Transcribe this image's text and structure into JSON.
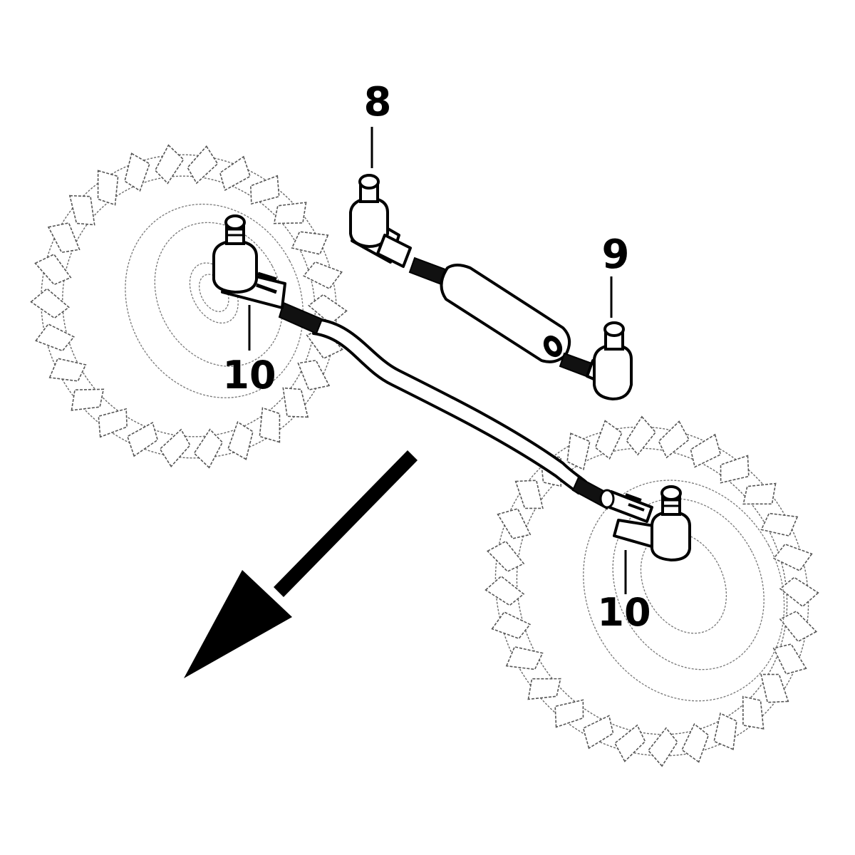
{
  "diagram": {
    "callouts": [
      {
        "id": "8",
        "text": "8"
      },
      {
        "id": "9",
        "text": "9"
      },
      {
        "id": "10a",
        "text": "10"
      },
      {
        "id": "10b",
        "text": "10"
      }
    ],
    "arrow_meaning": "direction-of-travel-arrow",
    "colors": {
      "line": "#000000",
      "sketch": "#6a6a6a",
      "background": "#ffffff"
    }
  }
}
